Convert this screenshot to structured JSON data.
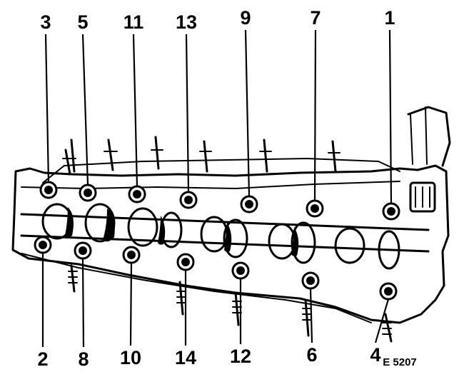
{
  "figure": {
    "code": "E 5207",
    "bolts": [
      {
        "label": "1"
      },
      {
        "label": "2"
      },
      {
        "label": "3"
      },
      {
        "label": "4"
      },
      {
        "label": "5"
      },
      {
        "label": "6"
      },
      {
        "label": "7"
      },
      {
        "label": "8"
      },
      {
        "label": "9"
      },
      {
        "label": "10"
      },
      {
        "label": "11"
      },
      {
        "label": "12"
      },
      {
        "label": "13"
      },
      {
        "label": "14"
      }
    ]
  }
}
